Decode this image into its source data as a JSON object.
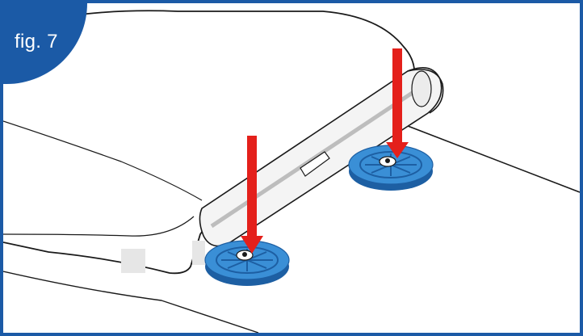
{
  "figure": {
    "label": "fig. 7"
  },
  "colors": {
    "frame": "#1b5aa6",
    "arrow": "#e4201b",
    "foot": "#3a8fd6",
    "foot_dark": "#1d5fa3",
    "outline": "#1a1a1a",
    "panel_shade": "#e6e6e6"
  },
  "icons": {
    "arrows": [
      "red-down-arrow",
      "red-down-arrow"
    ],
    "feet": [
      "blue-leveling-foot",
      "blue-leveling-foot"
    ],
    "screws": [
      "hex-screw",
      "hex-screw"
    ]
  }
}
